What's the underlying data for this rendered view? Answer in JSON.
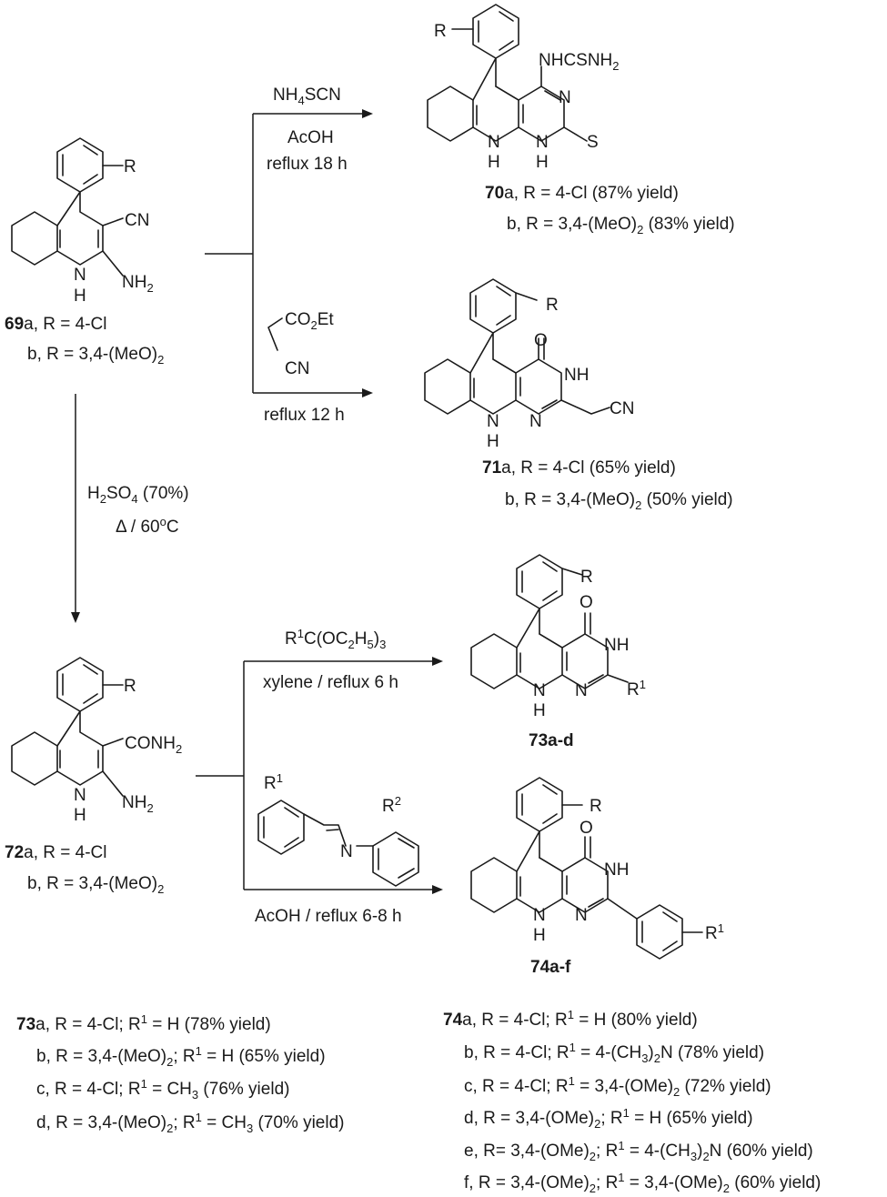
{
  "compounds": {
    "c69": {
      "sub_cn": "CN",
      "sub_nh2": "NH",
      "sub_nh2_2": "2",
      "r": "R",
      "nh": "N",
      "h": "H",
      "num": "69",
      "line_a": "a, R = 4-Cl",
      "line_b": "b, R = 3,4-(MeO)",
      "line_b_sub": "2"
    },
    "c70": {
      "r": "R",
      "grp": "NHCSNH",
      "grp_sub": "2",
      "n": "N",
      "s": "S",
      "num": "70",
      "line_a": "a, R = 4-Cl (87% yield)",
      "line_b": "b, R = 3,4-(MeO)",
      "line_b_sub": "2",
      "line_b_end": " (83% yield)"
    },
    "c71": {
      "r": "R",
      "o": "O",
      "nh": "NH",
      "n": "N",
      "cn": "CN",
      "num": "71",
      "line_a": "a, R = 4-Cl (65% yield)",
      "line_b": "b, R = 3,4-(MeO)",
      "line_b_sub": "2",
      "line_b_end": " (50% yield)"
    },
    "c72": {
      "r": "R",
      "conh2": "CONH",
      "conh2_sub": "2",
      "nh2": "NH",
      "nh2_sub": "2",
      "num": "72",
      "line_a": "a, R = 4-Cl",
      "line_b": "b, R = 3,4-(MeO)",
      "line_b_sub": "2"
    },
    "c73": {
      "r": "R",
      "o": "O",
      "nh": "NH",
      "n": "N",
      "r1": "R",
      "r1_sup": "1",
      "label": "73a-d"
    },
    "c74": {
      "r": "R",
      "o": "O",
      "nh": "NH",
      "n": "N",
      "r1": "R",
      "r1_sup": "1",
      "label": "74a-f"
    },
    "imine": {
      "r1": "R",
      "r1_sup": "1",
      "r2": "R",
      "r2_sup": "2",
      "n": "N"
    }
  },
  "reagents": {
    "to70": {
      "line1": "NH",
      "line1_sub": "4",
      "line1_end": "SCN",
      "line2": "AcOH",
      "line3": "reflux 18 h"
    },
    "to71": {
      "co2et": "CO",
      "co2et_sub": "2",
      "co2et_end": "Et",
      "cn": "CN",
      "cond": "reflux 12 h"
    },
    "to72": {
      "acid": "H",
      "acid_sub": "2",
      "acid_mid": "SO",
      "acid_sub2": "4",
      "acid_end": " (70%)",
      "temp": "Δ / 60",
      "temp_sup": "o",
      "temp_end": "C"
    },
    "to73": {
      "reagent": "R",
      "reagent_sup": "1",
      "reagent_mid": "C(OC",
      "reagent_sub": "2",
      "reagent_mid2": "H",
      "reagent_sub2": "5",
      "reagent_end": ")",
      "reagent_sub3": "3",
      "cond": "xylene / reflux 6 h"
    },
    "to74": {
      "cond": "AcOH / reflux 6-8 h"
    }
  },
  "tables": {
    "t73": [
      {
        "num": "73",
        "pre": "a, R = 4-Cl; R",
        "sup": "1",
        "post": " = H (78% yield)"
      },
      {
        "pre": "b, R = 3,4-(MeO)",
        "sub": "2",
        "mid": "; R",
        "sup": "1",
        "post": " = H (65% yield)"
      },
      {
        "pre": "c, R = 4-Cl; R",
        "sup": "1",
        "mid2": " = CH",
        "sub2": "3",
        "post": " (76% yield)"
      },
      {
        "pre": "d, R = 3,4-(MeO)",
        "sub": "2",
        "mid": "; R",
        "sup": "1",
        "mid2": " = CH",
        "sub2": "3",
        "post": " (70% yield)"
      }
    ],
    "t74": [
      {
        "num": "74",
        "pre": "a, R = 4-Cl; R",
        "sup": "1",
        "post": " = H (80% yield)"
      },
      {
        "pre": "b, R = 4-Cl; R",
        "sup": "1",
        "mid2": " = 4-(CH",
        "sub2": "3",
        "post": ")",
        "sub3": "2",
        "post2": "N (78% yield)"
      },
      {
        "pre": "c, R = 4-Cl; R",
        "sup": "1",
        "mid2": " =  3,4-(OMe)",
        "sub2": "2",
        "post": " (72% yield)"
      },
      {
        "pre": "d, R = 3,4-(OMe)",
        "sub": "2",
        "mid": "; R",
        "sup": "1",
        "post": " = H (65% yield)"
      },
      {
        "pre": "e, R= 3,4-(OMe)",
        "sub": "2",
        "mid": "; R",
        "sup": "1",
        "mid2": " = 4-(CH",
        "sub2": "3",
        "post": ")",
        "sub3": "2",
        "post2": "N (60% yield)"
      },
      {
        "pre": "f, R = 3,4-(OMe)",
        "sub": "2",
        "mid": "; R",
        "sup": "1",
        "mid2": " =  3,4-(OMe)",
        "sub2": "2",
        "post": " (60% yield)"
      }
    ]
  }
}
